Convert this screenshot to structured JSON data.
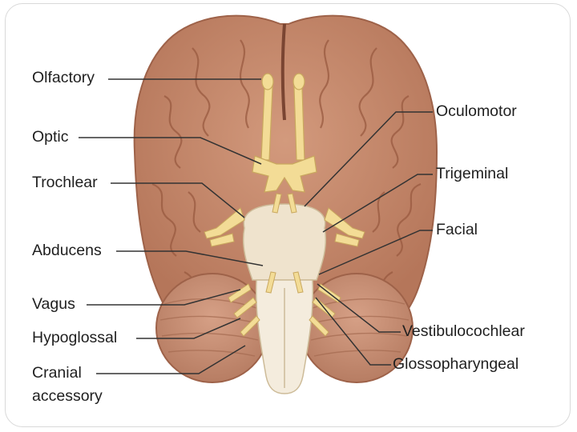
{
  "labels": {
    "olfactory": "Olfactory",
    "optic": "Optic",
    "trochlear": "Trochlear",
    "abducens": "Abducens",
    "vagus": "Vagus",
    "hypoglossal": "Hypoglossal",
    "cranial_accessory_line1": "Cranial",
    "cranial_accessory_line2": "accessory",
    "oculomotor": "Oculomotor",
    "trigeminal": "Trigeminal",
    "facial": "Facial",
    "vestibulocochlear": "Vestibulocochlear",
    "glossopharyngeal": "Glossopharyngeal"
  },
  "colors": {
    "brain": "#c88a6c",
    "brain_dark": "#9e6249",
    "nerve": "#f3dc96",
    "brainstem": "#f0e6d4",
    "leader": "#333333"
  }
}
